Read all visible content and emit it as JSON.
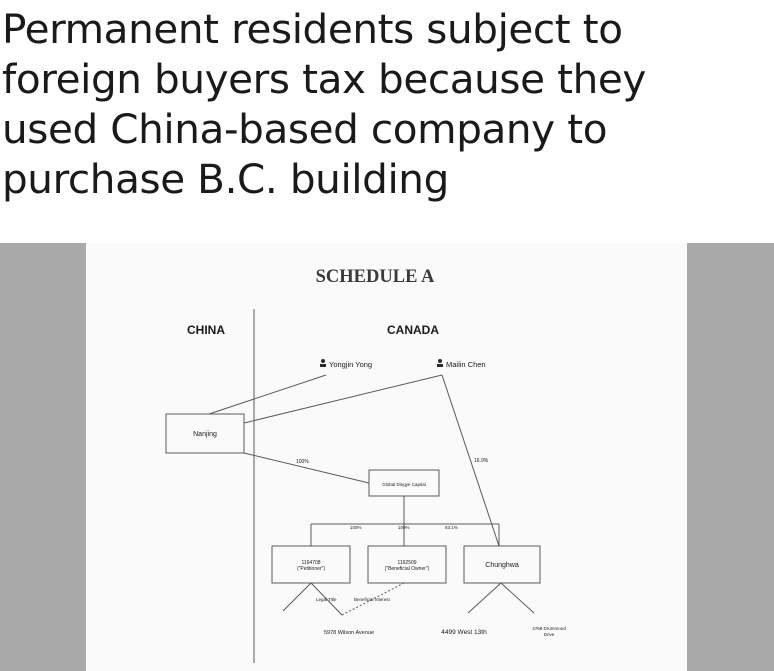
{
  "article": {
    "headline_lines": [
      "Permanent residents subject to",
      "foreign buyers tax because they",
      "used China-based company to",
      "purchase B.C. building"
    ]
  },
  "schedule": {
    "title": "SCHEDULE A",
    "col_china": "CHINA",
    "col_canada": "CANADA",
    "person_1": "Yongjin Yong",
    "person_2": "Mailin Chen",
    "entity_nanjing": "Nanjing",
    "entity_gdc": "Global Dingye Capital",
    "entity_a_line1": "1164708",
    "entity_a_line2": "(\"Petitioner\")",
    "entity_b_line1": "1162509",
    "entity_b_line2": "(\"Beneficial Owner\")",
    "entity_c": "Chunghwa",
    "pct_nanjing_gdc": "100%",
    "pct_mailin_chunghwa": "16.9%",
    "pct_gdc_a": "100%",
    "pct_gdc_b": "100%",
    "pct_gdc_c": "83.1%",
    "legal_title": "Legal Title",
    "beneficial_interest": "Beneficial Interest",
    "property_1": "5978 Wilson Avenue",
    "property_2": "4499 West 13th",
    "property_3_line1": "4768 Drummond",
    "property_3_line2": "Drive"
  },
  "icons": {
    "person": "person-icon"
  },
  "colors": {
    "line": "#5a5a5a",
    "text": "#1a1a1a",
    "frame": "#a9a9a9"
  }
}
